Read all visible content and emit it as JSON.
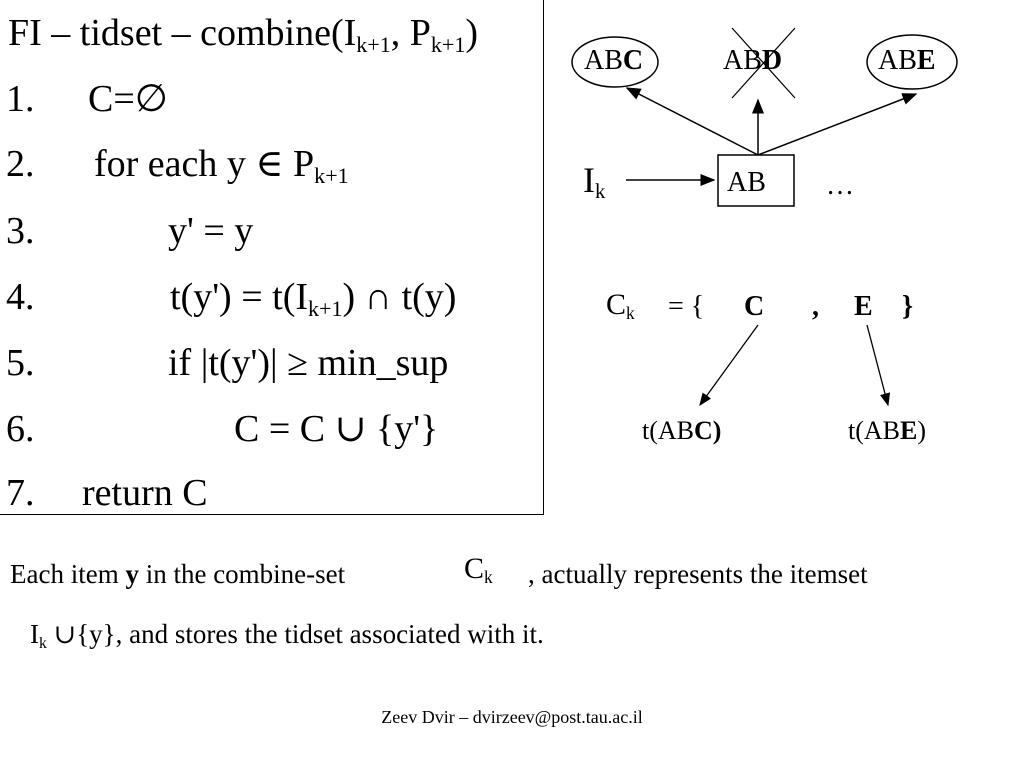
{
  "algorithm": {
    "title_main": "FI – tidset – combine(I",
    "title_sub1": "k+1",
    "title_mid": ", P",
    "title_sub2": "k+1",
    "title_end": ")",
    "lines": [
      {
        "num": "1.",
        "code": "C=∅"
      },
      {
        "num": "2.",
        "code_pre": "for each  y ∈ P",
        "code_sub": "k+1",
        "code_post": ""
      },
      {
        "num": "3.",
        "code": "y' = y"
      },
      {
        "num": "4.",
        "code_pre": "t(y') = t(I",
        "code_sub": "k+1",
        "code_post": ") ∩ t(y)"
      },
      {
        "num": "5.",
        "code": "if |t(y')|  ≥  min_sup"
      },
      {
        "num": "6.",
        "code": "C = C ∪ {y'}"
      },
      {
        "num": "7.",
        "code": "return C"
      }
    ]
  },
  "diagram": {
    "candidates": [
      {
        "prefix": "AB",
        "bold": "C",
        "pruned": false
      },
      {
        "prefix": "AB",
        "bold": "D",
        "pruned": true
      },
      {
        "prefix": "AB",
        "bold": "E",
        "pruned": false
      }
    ],
    "input_label": "I",
    "input_sub": "k",
    "node_label": "AB",
    "ellipsis": "…",
    "ck_label": "C",
    "ck_sub": "k",
    "ck_set_open": "=  {",
    "ck_item1": "C",
    "ck_comma": ",",
    "ck_item2": "E",
    "ck_set_close": "}",
    "tidsets": [
      {
        "pre": "t(AB",
        "bold": "C",
        "post": ")"
      },
      {
        "pre": "t(AB",
        "bold": "E",
        "post": ")"
      }
    ]
  },
  "caption": {
    "line1_a": "Each item ",
    "line1_bold": "y",
    "line1_b": " in the combine-set",
    "ck_label": "C",
    "ck_sub": "k",
    "line1_c": ", actually represents the itemset",
    "line2_i": "I",
    "line2_sub": "k",
    "line2_rest": " ∪{y}, and stores the tidset associated with it."
  },
  "footer": "Zeev Dvir – dvirzeev@post.tau.ac.il"
}
